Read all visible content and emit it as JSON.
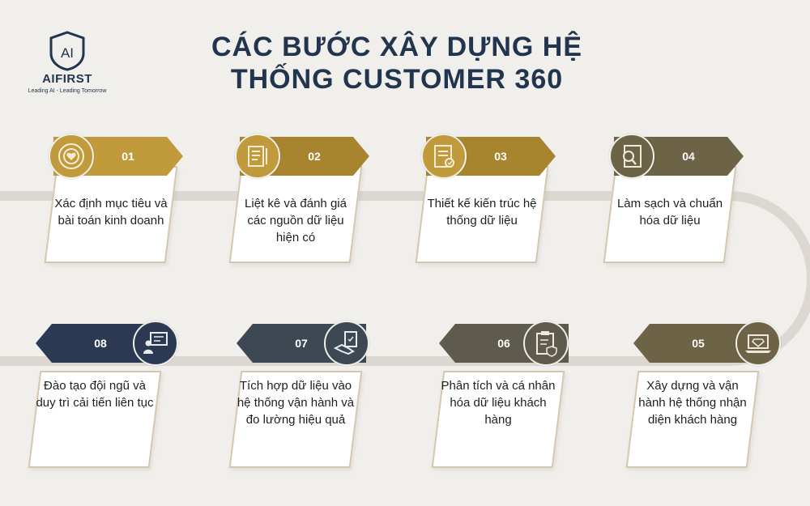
{
  "brand": {
    "name": "AIFIRST",
    "tagline": "Leading AI - Leading Tomorrow",
    "mark_letters": "AI"
  },
  "title": "CÁC BƯỚC XÂY DỰNG HỆ THỐNG CUSTOMER 360",
  "colors": {
    "gold": "#c19a3c",
    "gold_dark": "#a8842e",
    "navy": "#2b3a52",
    "slate": "#3e4852",
    "olive_gray": "#5e5a4e",
    "olive": "#6d6447",
    "card_border": "#d4c7b0",
    "track": "#dcd8d1",
    "background": "#f1efeb"
  },
  "steps": [
    {
      "number": "01",
      "text": "Xác định mục tiêu và bài toán kinh doanh",
      "icon": "target-heart-icon"
    },
    {
      "number": "02",
      "text": "Liệt kê và đánh giá các nguồn dữ liệu hiện có",
      "icon": "document-list-icon"
    },
    {
      "number": "03",
      "text": "Thiết kế kiến trúc hệ thống dữ liệu",
      "icon": "document-check-icon"
    },
    {
      "number": "04",
      "text": "Làm sạch và chuẩn hóa dữ liệu",
      "icon": "document-search-icon"
    },
    {
      "number": "05",
      "text": "Xây dựng và vận hành hệ thống nhận diện khách hàng",
      "icon": "laptop-diamond-icon"
    },
    {
      "number": "06",
      "text": "Phân tích và cá nhân hóa dữ liệu khách hàng",
      "icon": "clipboard-shield-icon"
    },
    {
      "number": "07",
      "text": "Tích hợp dữ liệu vào hệ thống vận hành và đo lường hiệu quả",
      "icon": "handshake-document-icon"
    },
    {
      "number": "08",
      "text": "Đào tạo đội ngũ và duy trì cải tiến liên tục",
      "icon": "presenter-board-icon"
    }
  ]
}
